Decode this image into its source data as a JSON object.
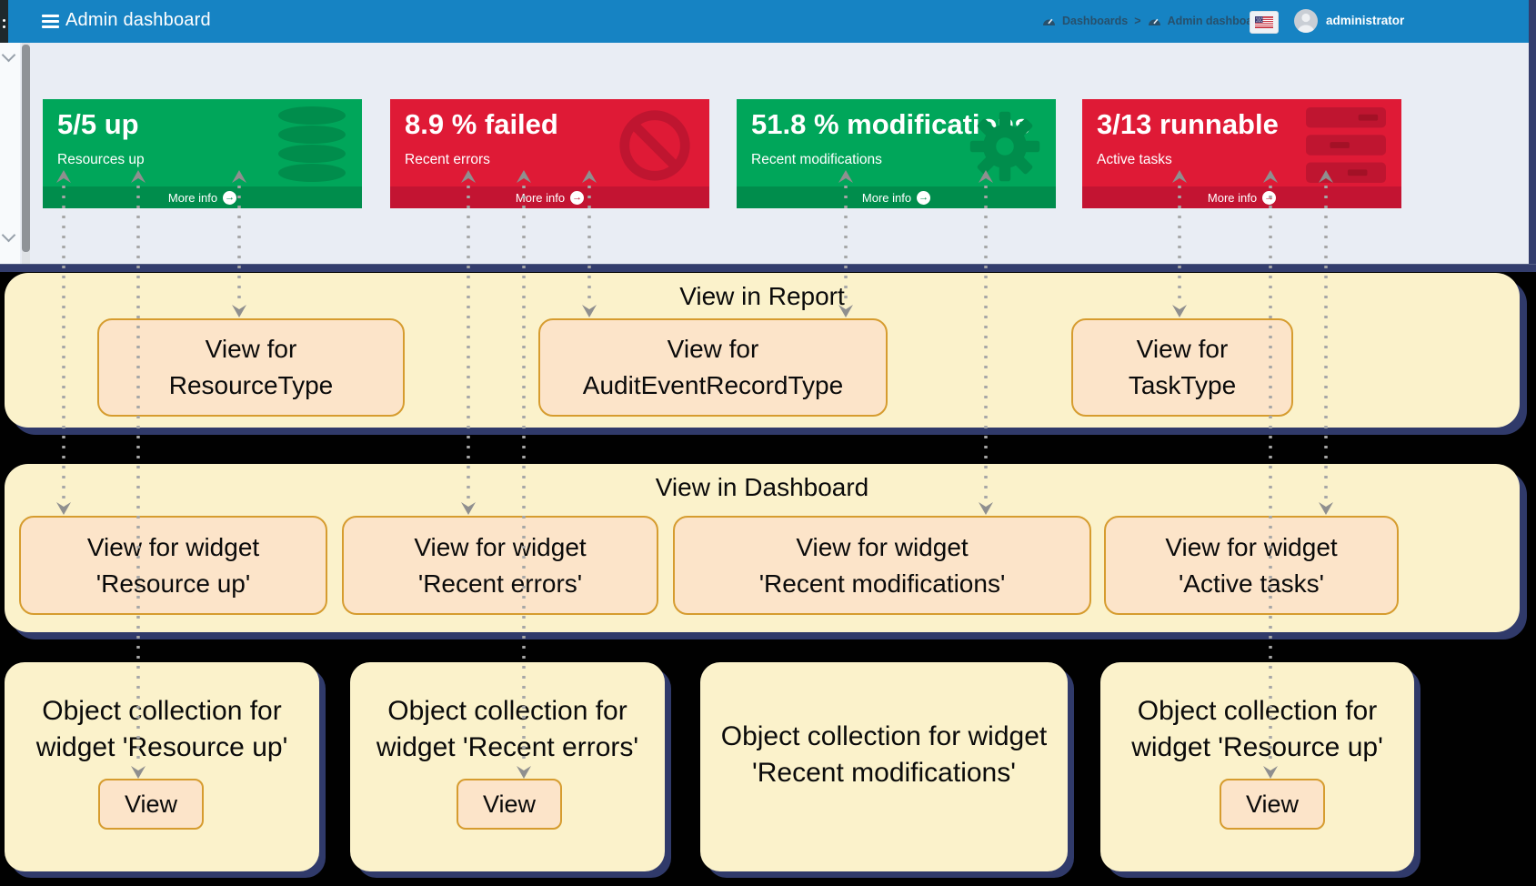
{
  "header": {
    "title": "Admin dashboard",
    "breadcrumb": {
      "items": [
        "Dashboards",
        "Admin dashboard"
      ],
      "separator": ">"
    },
    "user": "administrator",
    "flag": "us-flag"
  },
  "info_boxes": [
    {
      "value": "5/5 up",
      "label": "Resources up",
      "more_info": "More info",
      "icon": "database-icon",
      "color": "#00a65a",
      "footer_color": "#008d4c"
    },
    {
      "value": "8.9 % failed",
      "label": "Recent errors",
      "more_info": "More info",
      "icon": "ban-icon",
      "color": "#df1a36",
      "footer_color": "#c31432"
    },
    {
      "value": "51.8 % modifications",
      "label": "Recent modifications",
      "more_info": "More info",
      "icon": "gear-icon",
      "color": "#00a65a",
      "footer_color": "#008d4c"
    },
    {
      "value": "3/13 runnable",
      "label": "Active tasks",
      "more_info": "More info",
      "icon": "server-icon",
      "color": "#df1a36",
      "footer_color": "#c31432"
    }
  ],
  "report_panel": {
    "title": "View in Report",
    "boxes": [
      {
        "line1": "View for",
        "line2": "ResourceType"
      },
      {
        "line1": "View for",
        "line2": "AuditEventRecordType"
      },
      {
        "line1": "View for",
        "line2": "TaskType"
      }
    ]
  },
  "dashboard_panel": {
    "title": "View in Dashboard",
    "boxes": [
      {
        "line1": "View for widget",
        "line2": "'Resource up'"
      },
      {
        "line1": "View for widget",
        "line2": "'Recent errors'"
      },
      {
        "line1": "View for widget",
        "line2": "'Recent modifications'"
      },
      {
        "line1": "View for widget",
        "line2": "'Active tasks'"
      }
    ]
  },
  "collection_boxes": [
    {
      "line1": "Object collection for",
      "line2": "widget 'Resource up'",
      "button": "View"
    },
    {
      "line1": "Object collection for",
      "line2": "widget 'Recent errors'",
      "button": "View"
    },
    {
      "line1": "Object collection for widget",
      "line2": "'Recent modifications'"
    },
    {
      "line1": "Object collection for",
      "line2": "widget 'Resource up'",
      "button": "View"
    }
  ],
  "connections": [
    {
      "widget": "Resources up",
      "target": "View for ResourceType",
      "bidirectional": true
    },
    {
      "widget": "Resources up",
      "target": "View for widget 'Resource up'",
      "bidirectional": true
    },
    {
      "widget": "Resources up",
      "target": "Object collection for widget 'Resource up' / View",
      "bidirectional": true
    },
    {
      "widget": "Recent errors",
      "target": "View for AuditEventRecordType",
      "bidirectional": true
    },
    {
      "widget": "Recent errors",
      "target": "View for widget 'Recent errors'",
      "bidirectional": true
    },
    {
      "widget": "Recent errors",
      "target": "Object collection for widget 'Recent errors' / View",
      "bidirectional": true
    },
    {
      "widget": "Recent modifications",
      "target": "View for AuditEventRecordType",
      "bidirectional": true
    },
    {
      "widget": "Recent modifications",
      "target": "View for widget 'Recent modifications'",
      "bidirectional": true
    },
    {
      "widget": "Active tasks",
      "target": "View for TaskType",
      "bidirectional": true
    },
    {
      "widget": "Active tasks",
      "target": "View for widget 'Active tasks'",
      "bidirectional": true
    },
    {
      "widget": "Active tasks",
      "target": "Object collection for widget 'Resource up' / View",
      "bidirectional": true
    }
  ],
  "colors": {
    "header_blue": "#1683c3",
    "green": "#00a65a",
    "green_dark": "#008d4c",
    "red": "#df1a36",
    "red_dark": "#c31432",
    "panel_yellow": "#fbf2cb",
    "node_peach": "#fce4c9",
    "node_border": "#d69c2f",
    "shadow_navy": "#303a6a",
    "content_background": "#e9edf4",
    "page_background": "#000000"
  }
}
